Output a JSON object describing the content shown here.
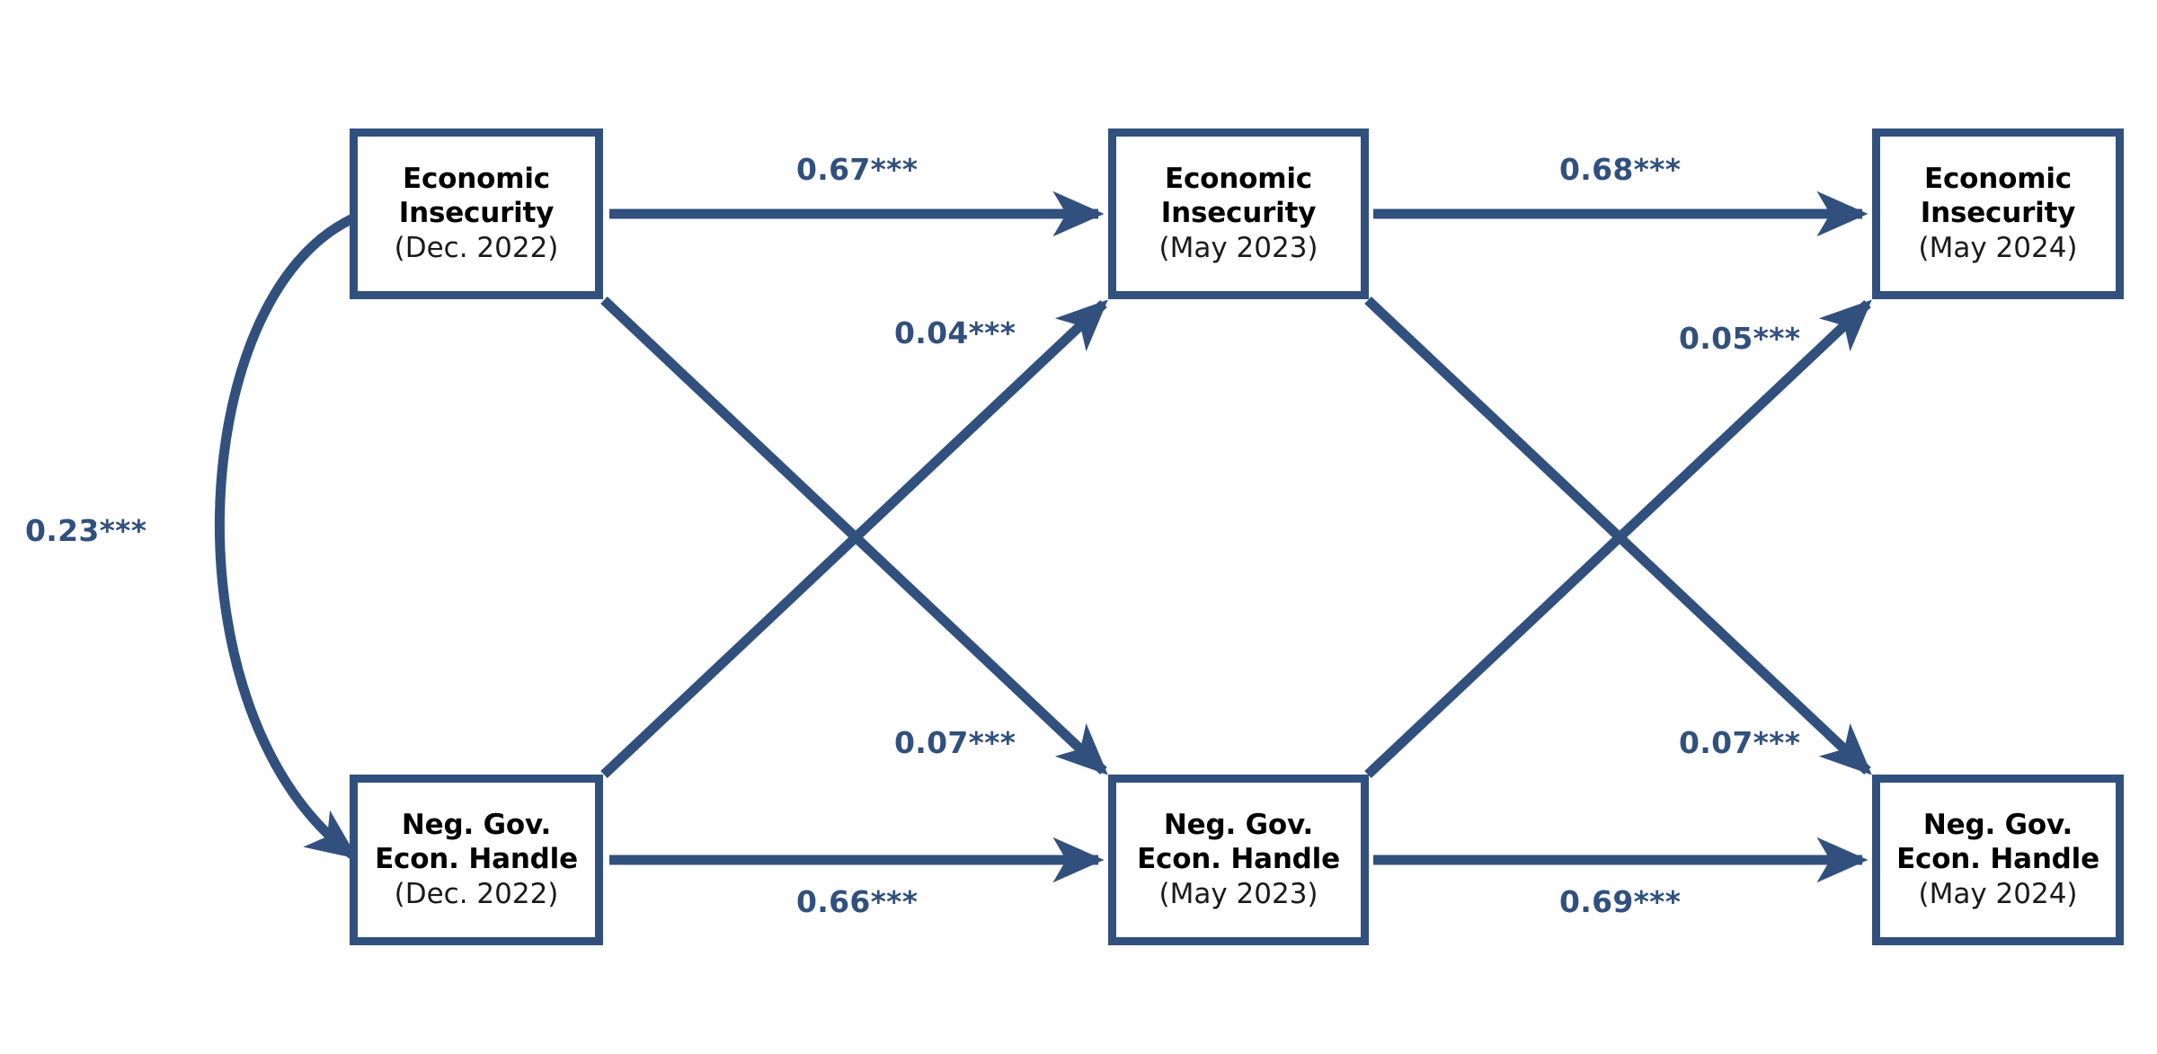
{
  "chart_data": {
    "type": "diagram",
    "diagram_kind": "cross-lagged-panel-model",
    "title": "",
    "accent_color": "#31507D",
    "node_text_color": "#000000",
    "background": "#ffffff",
    "waves": [
      "Dec. 2022",
      "May 2023",
      "May 2024"
    ],
    "constructs": [
      "Economic Insecurity",
      "Neg. Gov. Econ. Handle"
    ],
    "nodes": [
      {
        "id": "ei_t1",
        "line1": "Economic",
        "line2": "Insecurity",
        "line3": "(Dec. 2022)"
      },
      {
        "id": "ei_t2",
        "line1": "Economic",
        "line2": "Insecurity",
        "line3": "(May 2023)"
      },
      {
        "id": "ei_t3",
        "line1": "Economic",
        "line2": "Insecurity",
        "line3": "(May 2024)"
      },
      {
        "id": "gov_t1",
        "line1": "Neg. Gov.",
        "line2": "Econ. Handle",
        "line3": "(Dec. 2022)"
      },
      {
        "id": "gov_t2",
        "line1": "Neg. Gov.",
        "line2": "Econ. Handle",
        "line3": "(May 2023)"
      },
      {
        "id": "gov_t3",
        "line1": "Neg. Gov.",
        "line2": "Econ. Handle",
        "line3": "(May 2024)"
      }
    ],
    "paths": [
      {
        "id": "ei1_ei2",
        "from": "ei_t1",
        "to": "ei_t2",
        "kind": "autoregressive",
        "label": "0.67***",
        "estimate": 0.67,
        "significance": "***"
      },
      {
        "id": "ei2_ei3",
        "from": "ei_t2",
        "to": "ei_t3",
        "kind": "autoregressive",
        "label": "0.68***",
        "estimate": 0.68,
        "significance": "***"
      },
      {
        "id": "gov1_gov2",
        "from": "gov_t1",
        "to": "gov_t2",
        "kind": "autoregressive",
        "label": "0.66***",
        "estimate": 0.66,
        "significance": "***"
      },
      {
        "id": "gov2_gov3",
        "from": "gov_t2",
        "to": "gov_t3",
        "kind": "autoregressive",
        "label": "0.69***",
        "estimate": 0.69,
        "significance": "***"
      },
      {
        "id": "gov1_ei2",
        "from": "gov_t1",
        "to": "ei_t2",
        "kind": "cross-lagged",
        "label": "0.04***",
        "estimate": 0.04,
        "significance": "***"
      },
      {
        "id": "ei1_gov2",
        "from": "ei_t1",
        "to": "gov_t2",
        "kind": "cross-lagged",
        "label": "0.07***",
        "estimate": 0.07,
        "significance": "***"
      },
      {
        "id": "gov2_ei3",
        "from": "gov_t2",
        "to": "ei_t3",
        "kind": "cross-lagged",
        "label": "0.05***",
        "estimate": 0.05,
        "significance": "***"
      },
      {
        "id": "ei2_gov3",
        "from": "ei_t2",
        "to": "gov_t3",
        "kind": "cross-lagged",
        "label": "0.07***",
        "estimate": 0.07,
        "significance": "***"
      },
      {
        "id": "ei1_gov1_cov",
        "from": "ei_t1",
        "to": "gov_t1",
        "kind": "covariance",
        "label": "0.23***",
        "estimate": 0.23,
        "significance": "***"
      }
    ]
  }
}
